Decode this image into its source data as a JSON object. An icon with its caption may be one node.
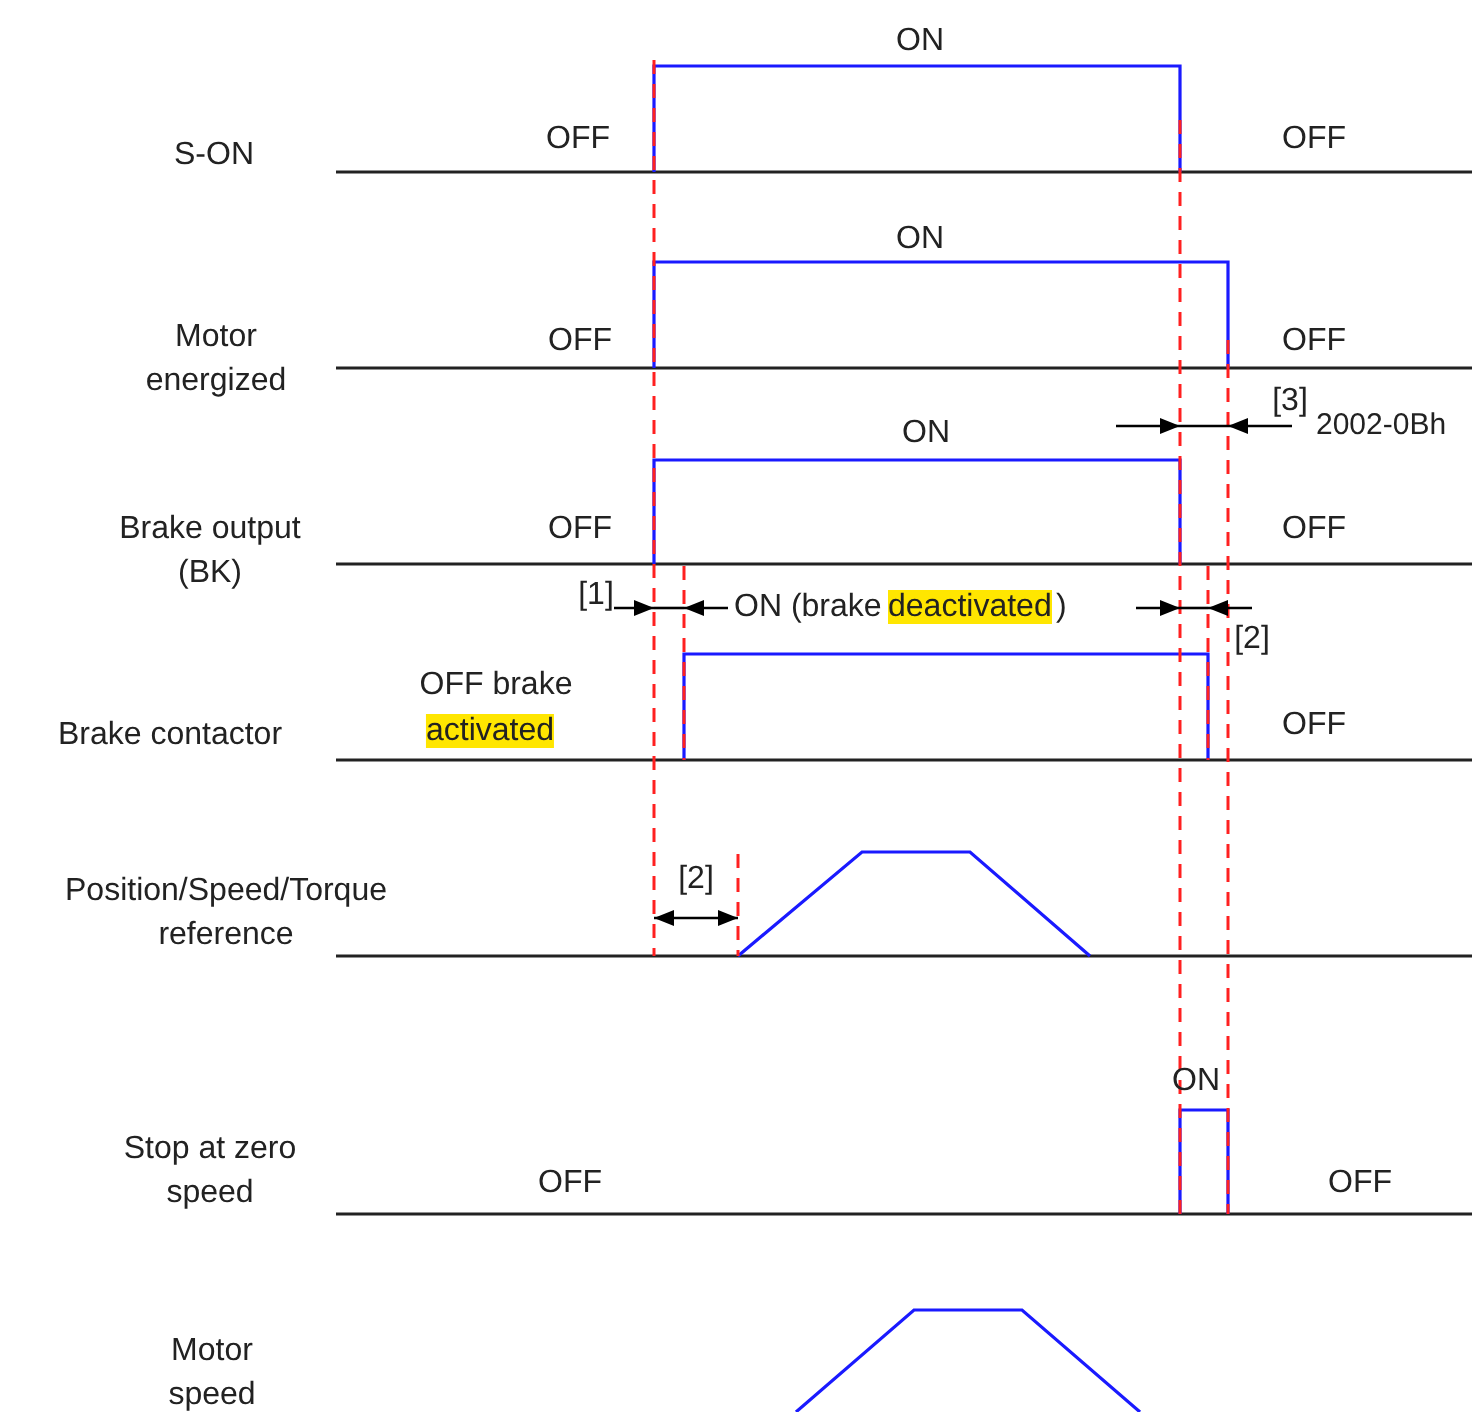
{
  "diagram": {
    "labels": [
      "ON",
      "S-ON",
      "OFF",
      "OFF",
      "ON",
      "Motor energized",
      "OFF",
      "OFF",
      "ON",
      "[3]",
      "2002-0Bh",
      "Brake output (BK)",
      "OFF",
      "OFF",
      "[1]",
      "ON (brake",
      "deactivated",
      ")",
      "[2]",
      "OFF  brake",
      "Brake contactor",
      "activated",
      "OFF",
      "[2]",
      "Position/Speed/Torque reference",
      "ON",
      "Stop at zero speed",
      "OFF",
      "OFF",
      "Motor speed"
    ]
  }
}
